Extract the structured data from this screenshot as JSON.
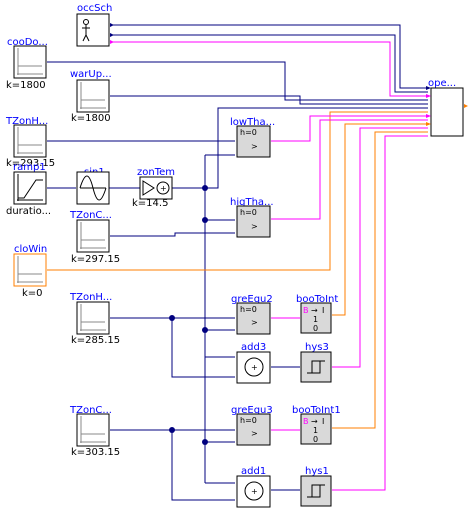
{
  "blocks": {
    "occSch": {
      "name": "occSch"
    },
    "cooDo": {
      "name": "cooDo...",
      "param": "k=1800"
    },
    "warUp": {
      "name": "warUp...",
      "param": "k=1800"
    },
    "TZonH1": {
      "name": "TZonH...",
      "param": "k=293.15"
    },
    "ramp1": {
      "name": "ramp1",
      "param": "duratio..."
    },
    "sin1": {
      "name": "sin1"
    },
    "zonTem": {
      "name": "zonTem",
      "param": "k=14.5"
    },
    "TZonC1": {
      "name": "TZonC...",
      "param": "k=297.15"
    },
    "cloWin": {
      "name": "cloWin",
      "param": "k=0"
    },
    "lowTha": {
      "name": "lowTha...",
      "param": "h=0"
    },
    "higTha": {
      "name": "higTha...",
      "param": "h=0"
    },
    "TZonH2": {
      "name": "TZonH...",
      "param": "k=285.15"
    },
    "greEqu2": {
      "name": "greEqu2",
      "param": "h=0"
    },
    "booToInt": {
      "name": "booToInt"
    },
    "add3": {
      "name": "add3"
    },
    "hys3": {
      "name": "hys3"
    },
    "TZonC2": {
      "name": "TZonC...",
      "param": "k=303.15"
    },
    "greEqu3": {
      "name": "greEqu3",
      "param": "h=0"
    },
    "booToInt1": {
      "name": "booToInt1"
    },
    "add1": {
      "name": "add1"
    },
    "hys1": {
      "name": "hys1"
    },
    "ope": {
      "name": "ope..."
    }
  },
  "glyphs": {
    "b2i_b": "B",
    "b2i_arrow": "→",
    "b2i_i": "I",
    "one": "1",
    "zero": "0",
    "gt": ">",
    "plus": "+"
  },
  "colors": {
    "real": "#00007f",
    "bool": "#ff00ff",
    "int": "#ff7f00",
    "label": "#0000ff"
  }
}
